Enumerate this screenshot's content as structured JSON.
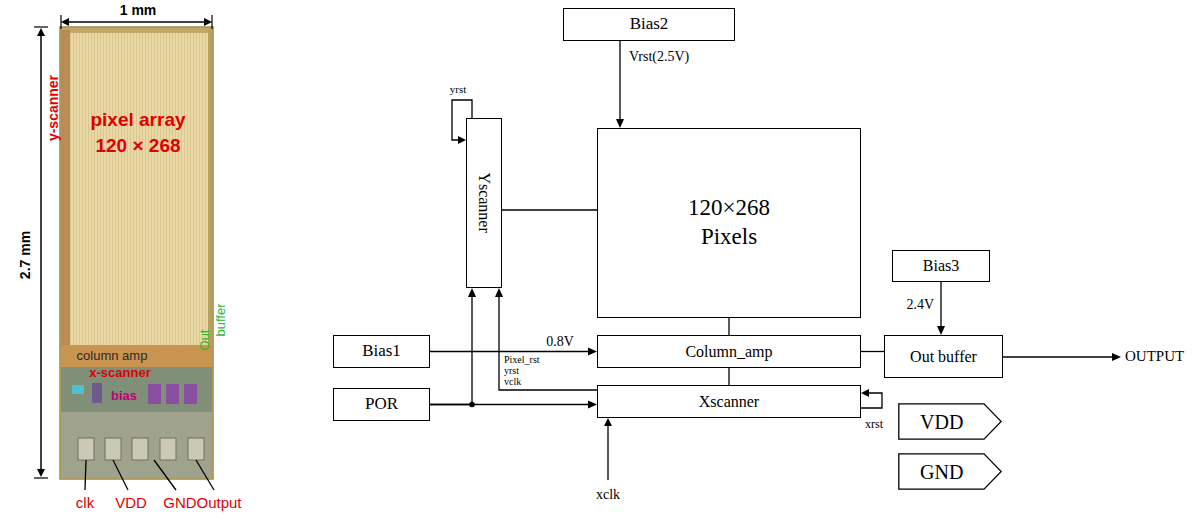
{
  "diagram": {
    "nodes": [
      {
        "text": [
          "Bias2"
        ]
      },
      {
        "text": [
          "Yscanner"
        ]
      },
      {
        "text": [
          "120×268 Pixels"
        ]
      },
      {
        "text": [
          "Bias3"
        ]
      },
      {
        "text": [
          "Bias1"
        ]
      },
      {
        "text": [
          "Column_amp"
        ]
      },
      {
        "text": [
          "Out buffer"
        ]
      },
      {
        "text": [
          "POR"
        ]
      },
      {
        "text": [
          "Xscanner"
        ]
      },
      {
        "text": [
          "VDD"
        ]
      },
      {
        "text": [
          "GND"
        ]
      }
    ],
    "edges": [
      {
        "from": 0,
        "to": 2,
        "arrow": "to",
        "label": "Vrst(2.5V)"
      },
      {
        "from": 1,
        "to": 2,
        "arrow": "none"
      },
      {
        "from": 2,
        "to": 5,
        "arrow": "none"
      },
      {
        "from": 3,
        "to": 6,
        "arrow": "to",
        "label": "2.4V"
      },
      {
        "from": 4,
        "to": 5,
        "arrow": "to",
        "label": "0.8V"
      },
      {
        "from": 5,
        "to": 6,
        "arrow": "none"
      },
      {
        "from": 5,
        "to": 8,
        "arrow": "none"
      },
      {
        "from": 7,
        "to": 8,
        "arrow": "to"
      },
      {
        "from": 7,
        "to": 1,
        "arrow": "to"
      },
      {
        "from": 8,
        "to": 1,
        "arrow": "to"
      }
    ],
    "labels": [
      "1 mm",
      "2.7 mm",
      "y-scanner",
      "pixel array",
      "120 × 268",
      "Out",
      "buffer",
      "column amp",
      "x-scanner",
      "bias",
      "clk",
      "VDD",
      "GND",
      "Output",
      "yrst",
      "Pixel_rst",
      "yrst",
      "vclk",
      "xrst",
      "xclk",
      "OUTPUT"
    ]
  }
}
